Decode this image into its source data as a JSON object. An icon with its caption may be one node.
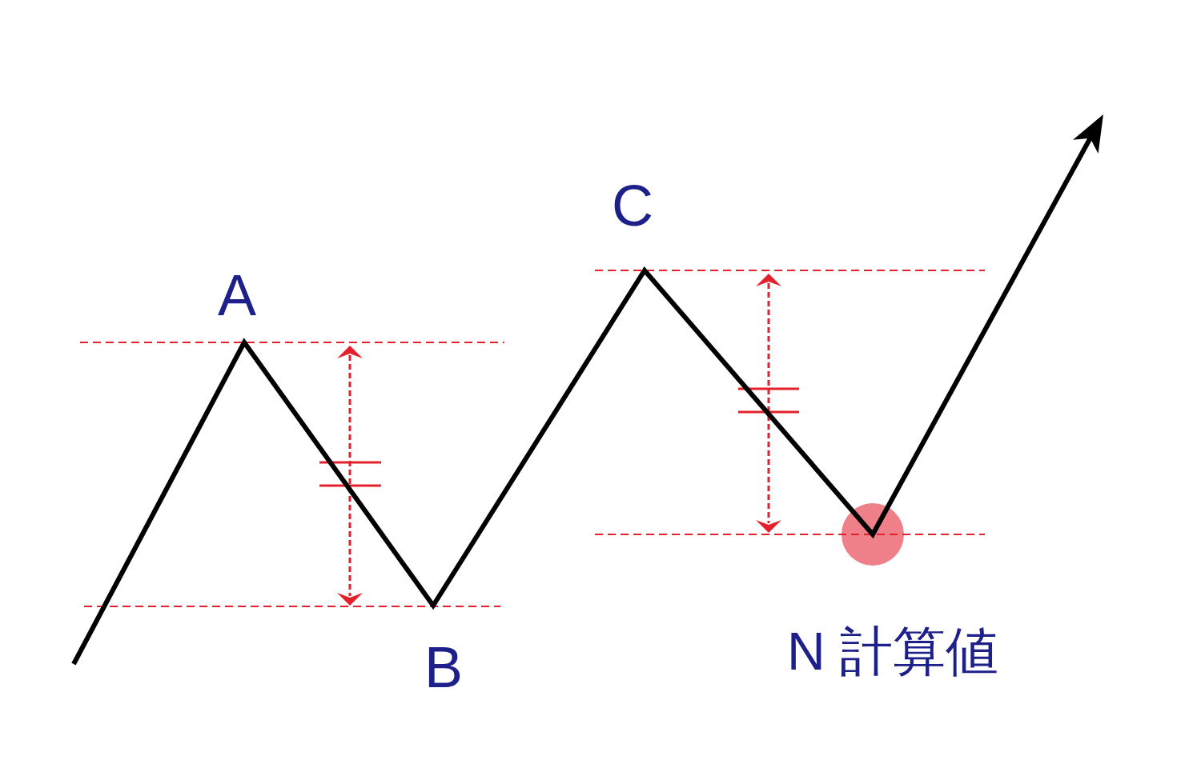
{
  "diagram": {
    "labels": [
      "A",
      "B",
      "C",
      "N 計算値"
    ]
  }
}
